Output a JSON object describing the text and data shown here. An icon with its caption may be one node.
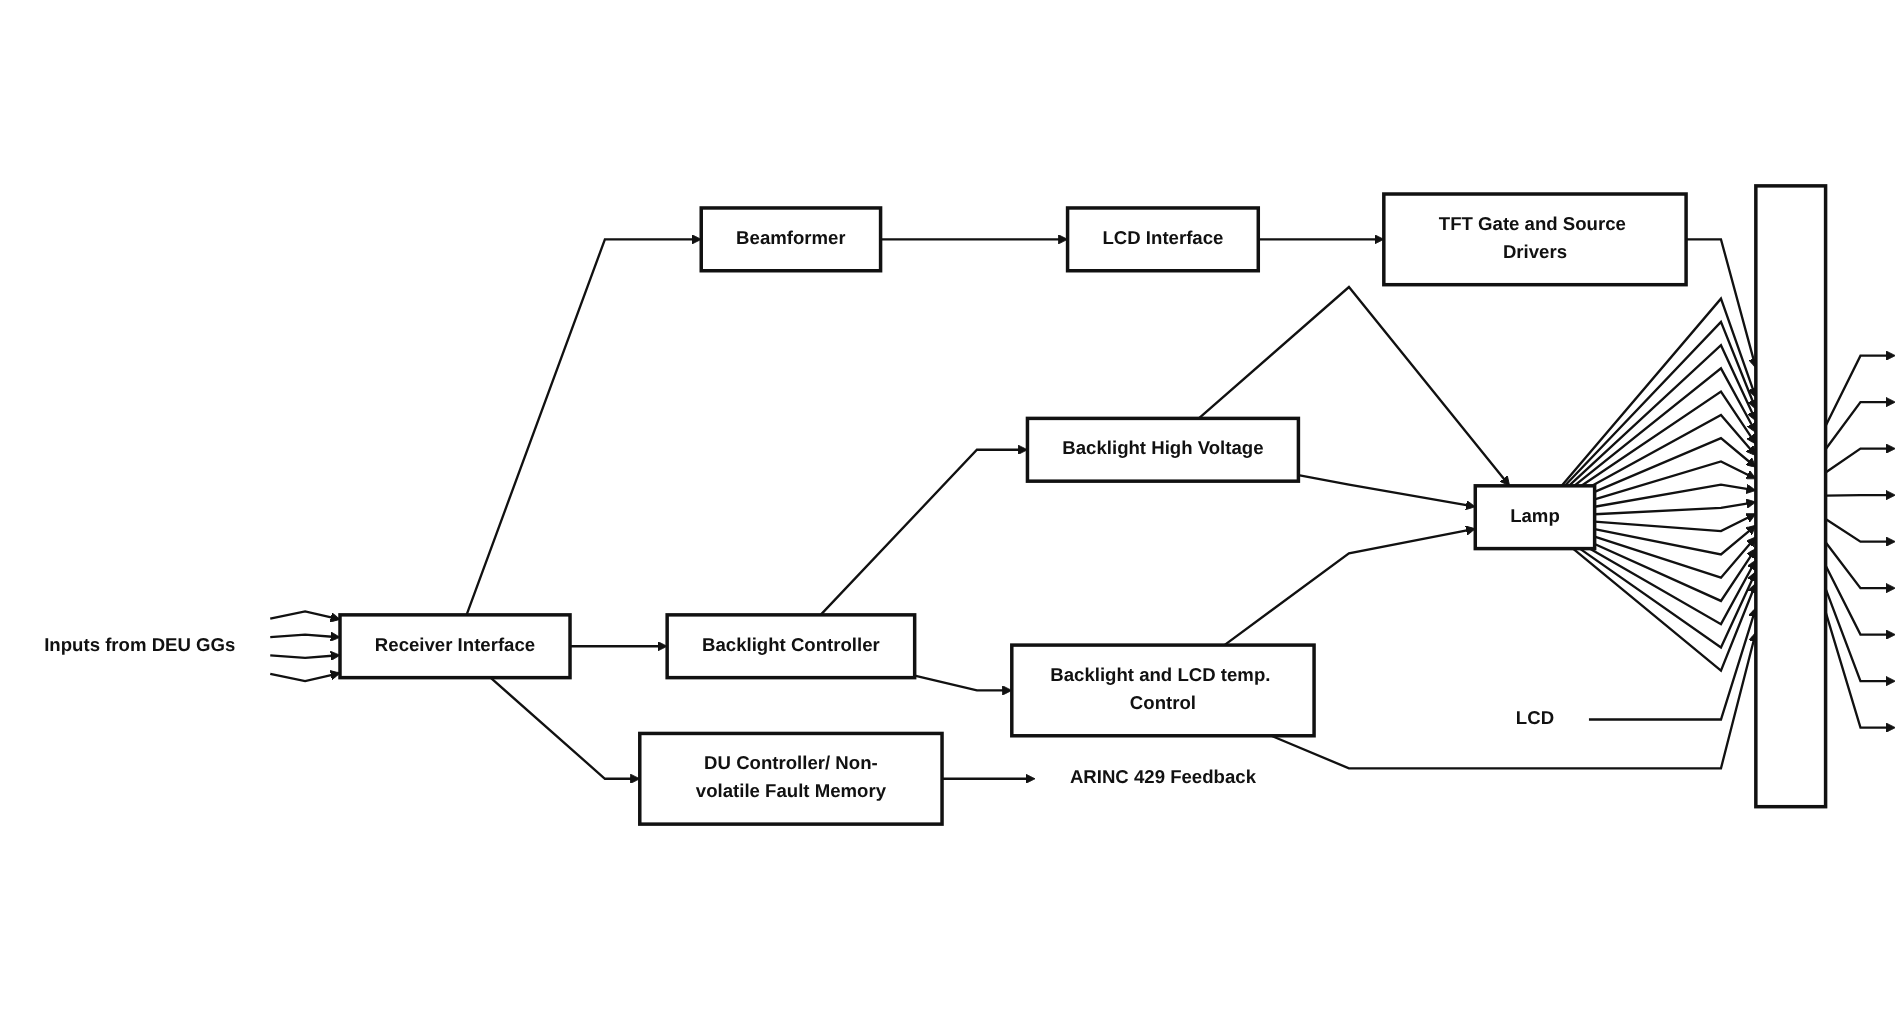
{
  "diagram": {
    "nodes": [
      {
        "text": [
          "Inputs from DEU GGs"
        ]
      },
      {
        "text": [
          "Receiver Interface"
        ]
      },
      {
        "text": [
          "Beamformer"
        ]
      },
      {
        "text": [
          "LCD Interface"
        ]
      },
      {
        "text": [
          "TFT Gate and Source Drivers"
        ]
      },
      {
        "text": [
          "Backlight Controller"
        ]
      },
      {
        "text": [
          "Backlight High Voltage"
        ]
      },
      {
        "text": [
          "Backlight and LCD temp. Control"
        ]
      },
      {
        "text": [
          "Lamp"
        ]
      },
      {
        "text": [],
        "shape": "bar"
      },
      {
        "text": [
          "LCD"
        ]
      },
      {
        "text": [
          "DU Controller/ Non-volatile Fault Memory"
        ]
      },
      {
        "text": [
          "ARINC 429 Feedback"
        ]
      }
    ],
    "edges": [
      {
        "from": 0,
        "to": 1,
        "arrow": "to"
      },
      {
        "from": 0,
        "to": 1,
        "arrow": "to"
      },
      {
        "from": 0,
        "to": 1,
        "arrow": "to"
      },
      {
        "from": 0,
        "to": 1,
        "arrow": "to"
      },
      {
        "from": 1,
        "to": 2,
        "arrow": "to"
      },
      {
        "from": 2,
        "to": 3,
        "arrow": "to"
      },
      {
        "from": 3,
        "to": 4,
        "arrow": "to"
      },
      {
        "from": 4,
        "to": 9,
        "arrow": "to"
      },
      {
        "from": 1,
        "to": 5,
        "arrow": "to"
      },
      {
        "from": 5,
        "to": 6,
        "arrow": "to"
      },
      {
        "from": 5,
        "to": 7,
        "arrow": "to"
      },
      {
        "from": 6,
        "to": 8,
        "arrow": "to"
      },
      {
        "from": 6,
        "to": 8,
        "arrow": "to"
      },
      {
        "from": 7,
        "to": 8,
        "arrow": "to"
      },
      {
        "from": 7,
        "to": 9,
        "arrow": "to"
      },
      {
        "from": 8,
        "to": 9,
        "arrow": "to"
      },
      {
        "from": 8,
        "to": 9,
        "arrow": "to"
      },
      {
        "from": 8,
        "to": 9,
        "arrow": "to"
      },
      {
        "from": 8,
        "to": 9,
        "arrow": "to"
      },
      {
        "from": 8,
        "to": 9,
        "arrow": "to"
      },
      {
        "from": 8,
        "to": 9,
        "arrow": "to"
      },
      {
        "from": 8,
        "to": 9,
        "arrow": "to"
      },
      {
        "from": 8,
        "to": 9,
        "arrow": "to"
      },
      {
        "from": 8,
        "to": 9,
        "arrow": "to"
      },
      {
        "from": 8,
        "to": 9,
        "arrow": "to"
      },
      {
        "from": 8,
        "to": 9,
        "arrow": "to"
      },
      {
        "from": 8,
        "to": 9,
        "arrow": "to"
      },
      {
        "from": 8,
        "to": 9,
        "arrow": "to"
      },
      {
        "from": 8,
        "to": 9,
        "arrow": "to"
      },
      {
        "from": 8,
        "to": 9,
        "arrow": "to"
      },
      {
        "from": 8,
        "to": 9,
        "arrow": "to"
      },
      {
        "from": 8,
        "to": 9,
        "arrow": "to"
      },
      {
        "from": 9,
        "to": null,
        "arrow": "to"
      },
      {
        "from": 9,
        "to": null,
        "arrow": "to"
      },
      {
        "from": 9,
        "to": null,
        "arrow": "to"
      },
      {
        "from": 9,
        "to": null,
        "arrow": "to"
      },
      {
        "from": 9,
        "to": null,
        "arrow": "to"
      },
      {
        "from": 9,
        "to": null,
        "arrow": "to"
      },
      {
        "from": 9,
        "to": null,
        "arrow": "to"
      },
      {
        "from": 9,
        "to": null,
        "arrow": "to"
      },
      {
        "from": 9,
        "to": null,
        "arrow": "to"
      },
      {
        "from": 10,
        "to": 9,
        "arrow": "to"
      },
      {
        "from": 1,
        "to": 11,
        "arrow": "to"
      },
      {
        "from": 11,
        "to": 12,
        "arrow": "to"
      }
    ]
  }
}
